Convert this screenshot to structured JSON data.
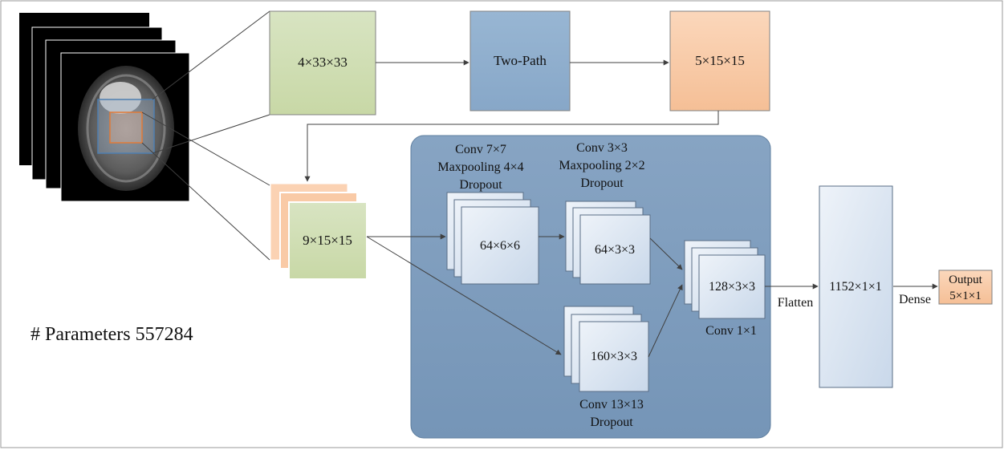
{
  "diagram": {
    "input_block": "4×33×33",
    "two_path_block": "Two-Path",
    "two_path_output_block": "5×15×15",
    "concat_block": "9×15×15",
    "conv1": {
      "caption": [
        "Conv 7×7",
        "Maxpooling 4×4",
        "Dropout"
      ],
      "block": "64×6×6"
    },
    "conv2": {
      "caption": [
        "Conv 3×3",
        "Maxpooling 2×2",
        "Dropout"
      ],
      "block": "64×3×3"
    },
    "conv3": {
      "caption": [
        "Conv 13×13",
        "Dropout"
      ],
      "block": "160×3×3"
    },
    "conv4": {
      "caption": "Conv 1×1",
      "block": "128×3×3"
    },
    "flatten_label": "Flatten",
    "dense_block": "1152×1×1",
    "dense_label": "Dense",
    "output_block": [
      "Output",
      "5×1×1"
    ],
    "parameters_label": "# Parameters 557284"
  },
  "colors": {
    "green_fill": "#d3dfb8",
    "blue_fill": "#93b1cf",
    "orange_fill": "#f8cba6",
    "panel_fill": "#7f9dbd",
    "light_block_fill": "#dce6f2",
    "output_fill": "#fad7b5"
  }
}
